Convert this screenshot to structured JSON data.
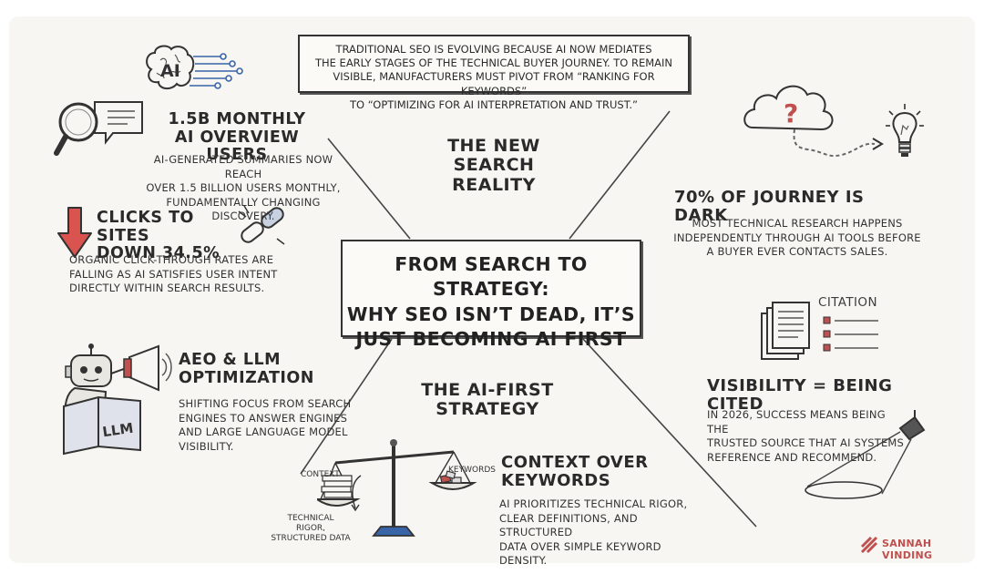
{
  "intro": {
    "lines": [
      "TRADITIONAL SEO IS EVOLVING BECAUSE AI NOW MEDIATES",
      "THE EARLY STAGES OF THE TECHNICAL BUYER JOURNEY.  TO REMAIN",
      "VISIBLE, MANUFACTURERS MUST PIVOT FROM “RANKING FOR KEYWORDS”",
      "TO “OPTIMIZING FOR AI INTERPRETATION AND TRUST.”"
    ]
  },
  "center": {
    "lines": [
      "FROM SEARCH TO STRATEGY:",
      "WHY SEO ISN’T DEAD, IT’S",
      "JUST BECOMING AI FIRST"
    ]
  },
  "sections": {
    "new_search_reality": [
      "THE NEW",
      "SEARCH REALITY"
    ],
    "ai_first_strategy": [
      "THE AI-FIRST",
      "STRATEGY"
    ]
  },
  "stats": {
    "ai_overview": {
      "title": [
        "1.5B MONTHLY",
        "AI OVERVIEW USERS"
      ],
      "body": [
        "AI-GENERATED SUMMARIES NOW REACH",
        "OVER 1.5 BILLION USERS MONTHLY,",
        "FUNDAMENTALLY CHANGING DISCOVERY."
      ]
    },
    "clicks": {
      "title": [
        "CLICKS TO SITES",
        "DOWN 34.5%"
      ],
      "body": [
        "ORGANIC CLICK-THROUGH RATES ARE",
        "FALLING AS AI SATISFIES USER INTENT",
        "DIRECTLY WITHIN SEARCH RESULTS."
      ]
    },
    "dark_journey": {
      "title": "70% OF JOURNEY IS DARK",
      "body": [
        "MOST TECHNICAL RESEARCH HAPPENS",
        "INDEPENDENTLY THROUGH AI TOOLS BEFORE",
        "A BUYER EVER CONTACTS SALES."
      ]
    },
    "aeo": {
      "title": [
        "AEO & LLM",
        "OPTIMIZATION"
      ],
      "body": [
        "SHIFTING FOCUS FROM SEARCH",
        "ENGINES TO ANSWER ENGINES",
        "AND LARGE LANGUAGE MODEL",
        "VISIBILITY."
      ]
    },
    "visibility": {
      "title": "VISIBILITY = BEING CITED",
      "body": [
        "IN 2026, SUCCESS MEANS BEING THE",
        "TRUSTED SOURCE THAT AI SYSTEMS",
        "REFERENCE AND RECOMMEND."
      ]
    },
    "context": {
      "title": [
        "CONTEXT OVER",
        "KEYWORDS"
      ],
      "body": [
        "AI PRIORITIZES TECHNICAL RIGOR,",
        "CLEAR DEFINITIONS, AND STRUCTURED",
        "DATA OVER SIMPLE KEYWORD",
        "DENSITY."
      ]
    }
  },
  "labels": {
    "ai_brain": "AI",
    "llm_book": "LLM",
    "citation": "CITATION",
    "scale_context": "CONTEXT",
    "scale_keywords": "KEYWORDS",
    "scale_technical": [
      "TECHNICAL",
      "RIGOR,",
      "STRUCTURED DATA"
    ]
  },
  "brand": {
    "name": "SANNAH VINDING",
    "color": "#c0504d"
  },
  "colors": {
    "accent_red": "#c0504d",
    "ink": "#2b2b2b",
    "highlight_blue": "#3a64a8"
  },
  "icons": [
    "brain-circuit-icon",
    "magnifier-chat-icon",
    "down-arrow-icon",
    "broken-link-icon",
    "cloud-question-icon",
    "lightbulb-icon",
    "robot-megaphone-icon",
    "documents-checklist-icon",
    "spotlight-icon",
    "balance-scale-icon"
  ]
}
